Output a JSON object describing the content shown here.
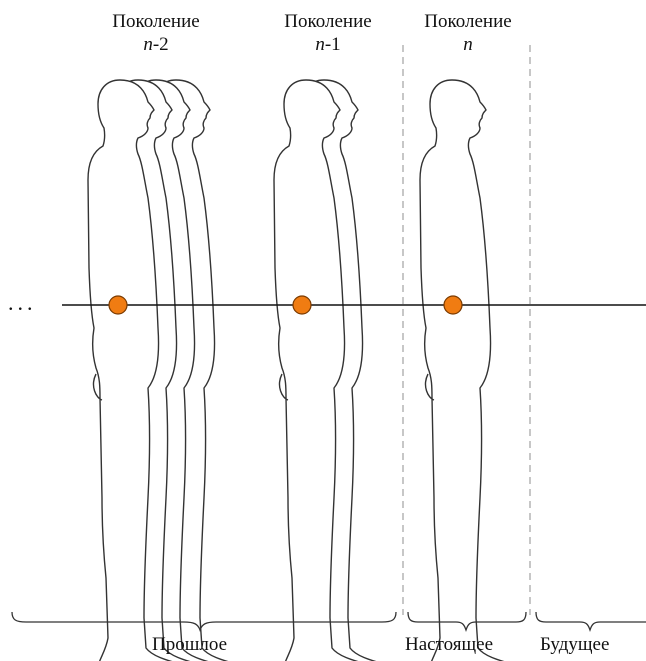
{
  "generations": [
    {
      "title": "Поколение",
      "index_var": "n",
      "index_suffix": "-2"
    },
    {
      "title": "Поколение",
      "index_var": "n",
      "index_suffix": "-1"
    },
    {
      "title": "Поколение",
      "index_var": "n",
      "index_suffix": ""
    }
  ],
  "timeline": {
    "ellipsis": "...",
    "periods": [
      "Прошлое",
      "Настоящее",
      "Будущее"
    ]
  },
  "colors": {
    "outline": "#333333",
    "marker_fill": "#f07c12",
    "marker_stroke": "#7a3a00",
    "divider": "#999999"
  }
}
